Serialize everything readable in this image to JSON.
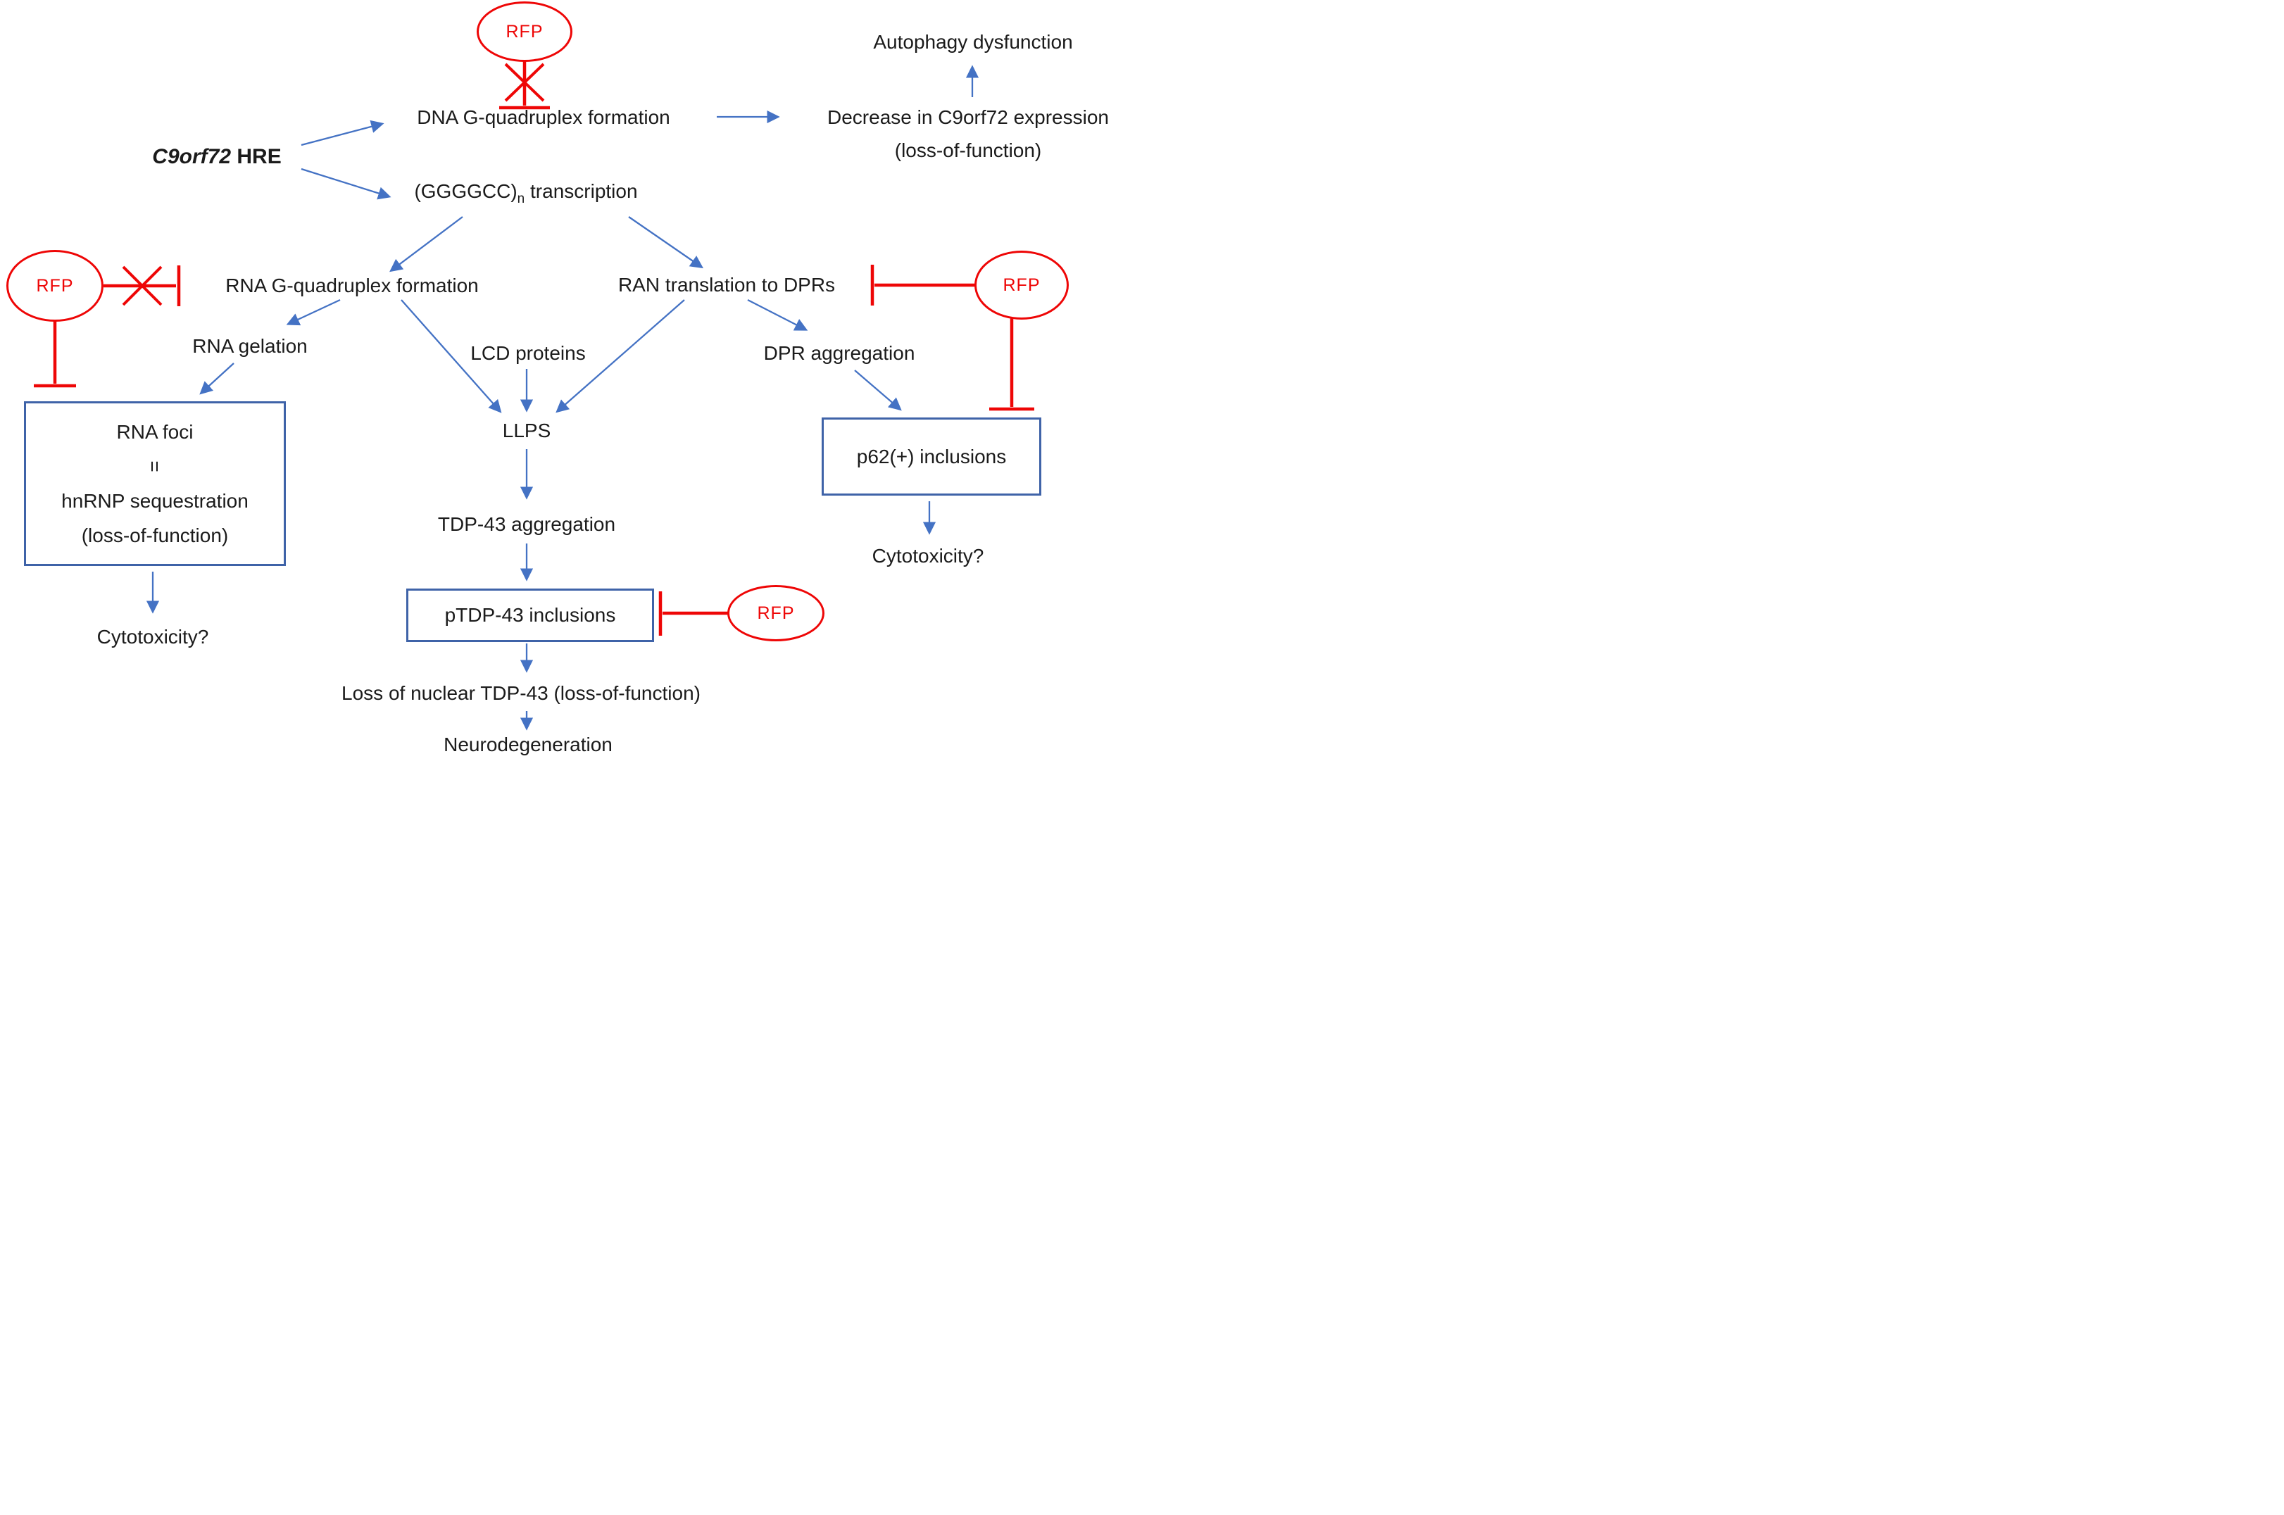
{
  "nodes": {
    "rfp": "RFP",
    "autophagy": "Autophagy dysfunction",
    "decrease_line1": "Decrease in C9orf72 expression",
    "decrease_line2": "(loss-of-function)",
    "dna_gquadruplex": "DNA G-quadruplex formation",
    "c9orf72_gene": "C9orf72",
    "c9orf72_suffix": "HRE",
    "transcription_repeat": "(GGGGCC)",
    "transcription_subscript": "n",
    "transcription_word": "transcription",
    "rna_gquadruplex": "RNA G-quadruplex formation",
    "ran_translation": "RAN translation to DPRs",
    "rna_gelation": "RNA gelation",
    "lcd_proteins": "LCD proteins",
    "dpr_aggregation": "DPR aggregation",
    "llps": "LLPS",
    "rna_foci": "RNA foci",
    "rna_foci_equals": "=",
    "hnrnp_sequestration": "hnRNP sequestration",
    "hnrnp_loss": "(loss-of-function)",
    "p62_inclusions": "p62(+) inclusions",
    "cytotoxicity_right": "Cytotoxicity?",
    "tdp43_aggregation": "TDP-43 aggregation",
    "ptdp43_inclusions": "pTDP-43 inclusions",
    "cytotoxicity_left": "Cytotoxicity?",
    "loss_nuclear_tdp43": "Loss of nuclear TDP-43 (loss-of-function)",
    "neurodegeneration": "Neurodegeneration"
  },
  "colors": {
    "arrow_blue": "#4472C4",
    "inhibitor_red": "#EE0606",
    "box_border_blue": "#3F63A8",
    "text": "#1B1B1B"
  }
}
